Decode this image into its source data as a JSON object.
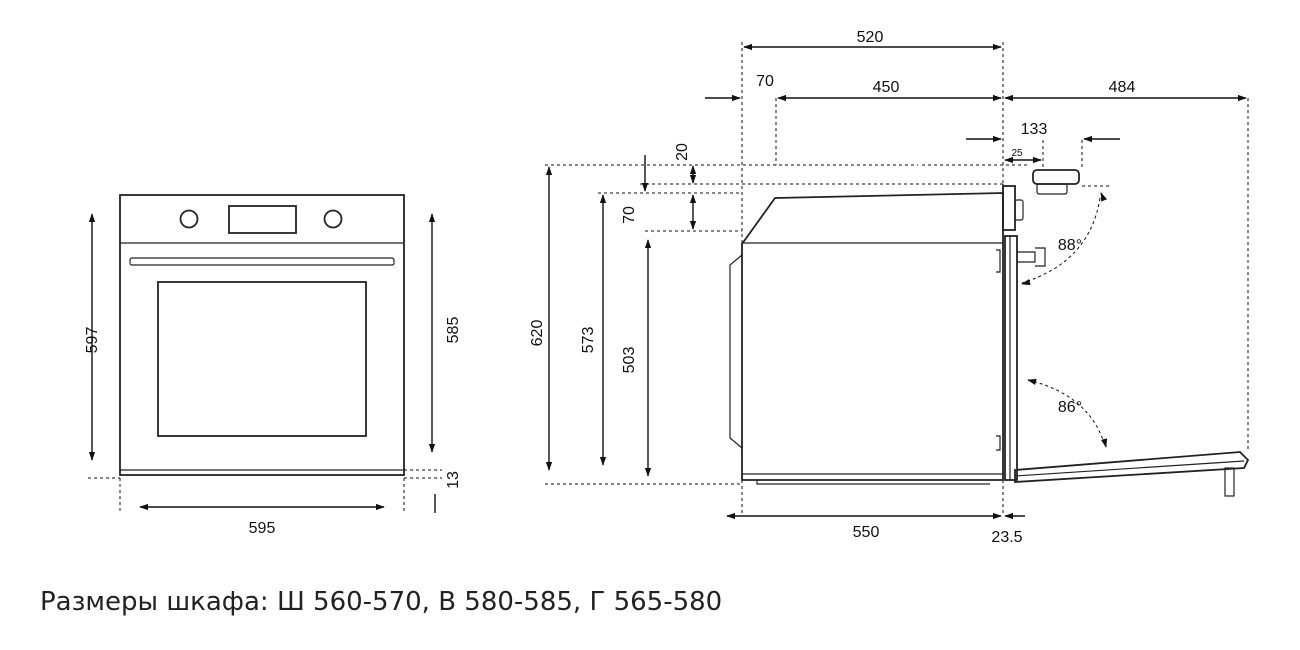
{
  "front_view": {
    "height_outer": "597",
    "height_inner": "585",
    "bottom_gap": "13",
    "width": "595"
  },
  "side_view": {
    "depth_total": "520",
    "depth_offset": "70",
    "depth_body": "450",
    "door_open_reach": "484",
    "knob_depth": "133",
    "knob_offset": "25",
    "top_gap": "20",
    "height_total": "620",
    "height_step": "70",
    "height_body": "573",
    "height_lower": "503",
    "depth_bottom": "550",
    "door_thickness": "23.5",
    "angle_top": "88°",
    "angle_door": "86°"
  },
  "caption": "Размеры шкафа: Ш 560-570, В 580-585, Г 565-580"
}
